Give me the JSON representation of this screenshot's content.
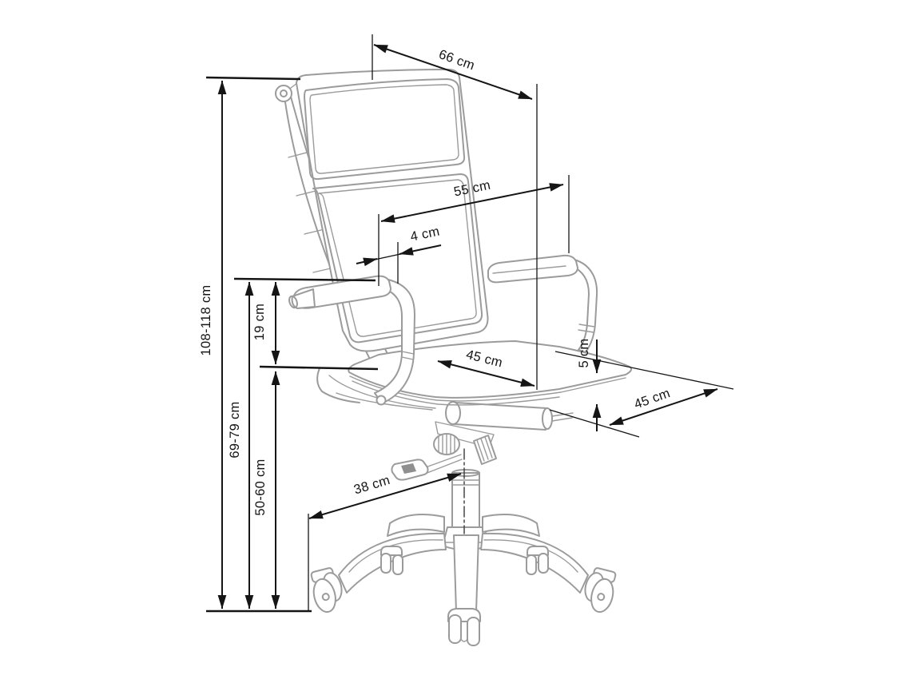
{
  "diagram": {
    "subject": "office chair dimension drawing",
    "background_color": "#ffffff",
    "chair_line_color": "#9b9b9b",
    "dimension_line_color": "#151515",
    "unit": "cm",
    "dimensions": {
      "backrest_diagonal_width": {
        "label": "66 cm",
        "value": "66"
      },
      "backrest_width": {
        "label": "55 cm",
        "value": "55"
      },
      "backrest_thickness": {
        "label": "4 cm",
        "value": "4"
      },
      "total_height": {
        "label": "108-118 cm",
        "value": "108-118"
      },
      "armrest_to_seat_height": {
        "label": "19 cm",
        "value": "19"
      },
      "armrest_height": {
        "label": "69-79 cm",
        "value": "69-79"
      },
      "seat_height": {
        "label": "50-60 cm",
        "value": "50-60"
      },
      "seat_width": {
        "label": "45 cm",
        "value": "45"
      },
      "seat_depth": {
        "label": "45 cm",
        "value": "45"
      },
      "seat_cushion_thickness": {
        "label": "5 cm",
        "value": "5"
      },
      "base_leg_reach": {
        "label": "38 cm",
        "value": "38"
      }
    }
  }
}
